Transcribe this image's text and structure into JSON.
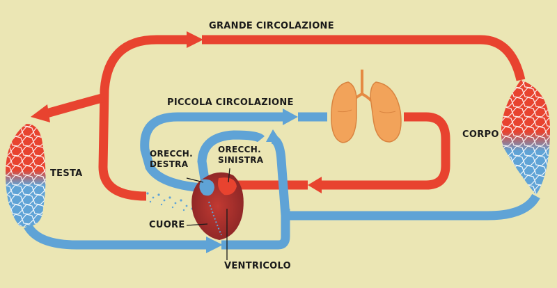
{
  "labels": {
    "grande": "GRANDE CIRCOLAZIONE",
    "piccola": "PICCOLA CIRCOLAZIONE",
    "corpo": "CORPO",
    "testa": "TESTA",
    "orecch_destra_1": "ORECCH.",
    "orecch_destra_2": "DESTRA",
    "orecch_sinistra_1": "ORECCH.",
    "orecch_sinistra_2": "SINISTRA",
    "cuore": "CUORE",
    "ventricolo": "VENTRICOLO"
  },
  "colors": {
    "background": "#ebe6b4",
    "arterial_red": "#e8432f",
    "venous_blue": "#5fa3d6",
    "heart_dark": "#9a2a2a",
    "lung_orange": "#f2a35a",
    "capillary_line": "#ffffff"
  }
}
